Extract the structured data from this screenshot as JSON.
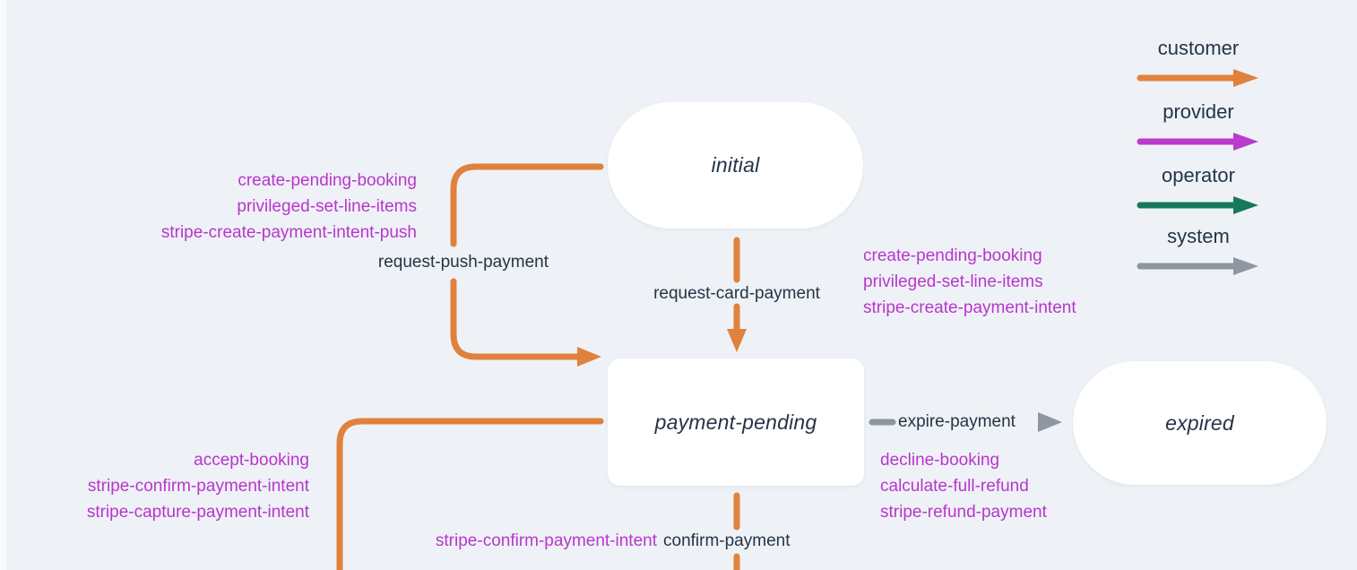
{
  "colors": {
    "background": "#EEF2F6",
    "node": "#FFFFFF",
    "text": "#253446",
    "action": "#B935CD",
    "customer": "#E0813C",
    "provider": "#BC3BCE",
    "operator": "#16785D",
    "system": "#8C97A2"
  },
  "legend": {
    "customer": "customer",
    "provider": "provider",
    "operator": "operator",
    "system": "system"
  },
  "states": {
    "initial": "initial",
    "payment_pending": "payment-pending",
    "expired": "expired"
  },
  "transitions": {
    "request_push_payment": {
      "label": "request-push-payment",
      "actor": "customer",
      "actions": [
        "create-pending-booking",
        "privileged-set-line-items",
        "stripe-create-payment-intent-push"
      ]
    },
    "request_card_payment": {
      "label": "request-card-payment",
      "actor": "customer",
      "actions": [
        "create-pending-booking",
        "privileged-set-line-items",
        "stripe-create-payment-intent"
      ]
    },
    "expire_payment": {
      "label": "expire-payment",
      "actor": "system"
    },
    "decline_booking": {
      "actions": [
        "decline-booking",
        "calculate-full-refund",
        "stripe-refund-payment"
      ]
    },
    "accept_booking": {
      "actions": [
        "accept-booking",
        "stripe-confirm-payment-intent",
        "stripe-capture-payment-intent"
      ]
    },
    "confirm_payment": {
      "label": "confirm-payment",
      "actor": "customer",
      "actions": [
        "stripe-confirm-payment-intent"
      ]
    }
  }
}
